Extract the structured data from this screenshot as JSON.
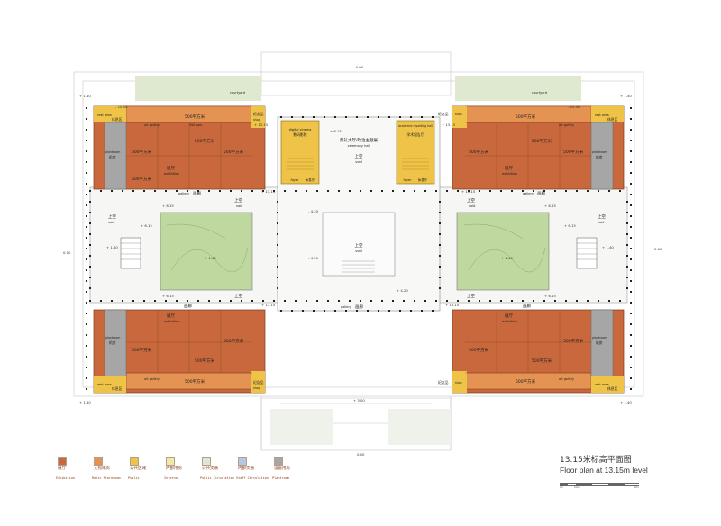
{
  "title": {
    "cn": "13.15米标高平面图",
    "en": "Floor plan at 13.15m level"
  },
  "colors": {
    "exhibition": "#c8683c",
    "storeroom": "#e49352",
    "public": "#eec348",
    "internal": "#f3e7a6",
    "public_circulation": "#dde6d8",
    "staff_circulation": "#b9c6df",
    "plantroom": "#a6a6a6",
    "courtyard": "#bfd8a0"
  },
  "legend": [
    {
      "cn": "展厅",
      "en": "Exhibition",
      "color": "#c8683c"
    },
    {
      "cn": "文物库房",
      "en": "Relic Storeroom",
      "color": "#e49352"
    },
    {
      "cn": "公共区域",
      "en": "Public",
      "color": "#eec348"
    },
    {
      "cn": "内部用房",
      "en": "Internal",
      "color": "#f3e7a6"
    },
    {
      "cn": "公共交通",
      "en": "Public Circulation",
      "color": "#dde6d8"
    },
    {
      "cn": "内部交通",
      "en": "Staff Circulation",
      "color": "#b9c6df"
    },
    {
      "cn": "设备用房",
      "en": "Plantroom",
      "color": "#a6a6a6"
    }
  ],
  "scale_labels": [
    "0m",
    "10m",
    "50m"
  ],
  "labels": {
    "ceremony_cn": "典礼大厅/政治主题展",
    "ceremony_en": "ceremony hall",
    "void_cn": "上空",
    "void_en": "void",
    "gallery_cn": "画廊",
    "gallery_en": "gallery",
    "hall_cn": "展厅",
    "hall_en": "exhibition",
    "sqm_cn": "500平方米",
    "sqm_en": "500 sqm",
    "art_gallery_en": "art gallery",
    "rest_en": "rest area",
    "rest_cn": "休息区",
    "shop_cn": "纪念品",
    "shop_en": "shop",
    "plantroom_cn": "机房",
    "plantroom_en": "plantroom",
    "courtyard_en": "courtyard",
    "cinema_en": "digital cinema",
    "cinema_cn": "数码影院",
    "foyer_en": "foyer",
    "foyer_cn": "休息厅",
    "academic_en": "academic reporting hall",
    "academic_cn": "学术报告厅",
    "lv_1315": "+ 13.15",
    "lv_615": "+ 6.15",
    "lv_420": "- 4.20",
    "lv_420p": "+ 4.20",
    "lv_140": "+ 1.40",
    "lv_000": "0.00",
    "lv_m000": "- 0.00",
    "lv_1000": "- 10.00",
    "lv_500": "- 5.00",
    "lv_300": "+ 3.00",
    "lv_500p": "5.00"
  }
}
